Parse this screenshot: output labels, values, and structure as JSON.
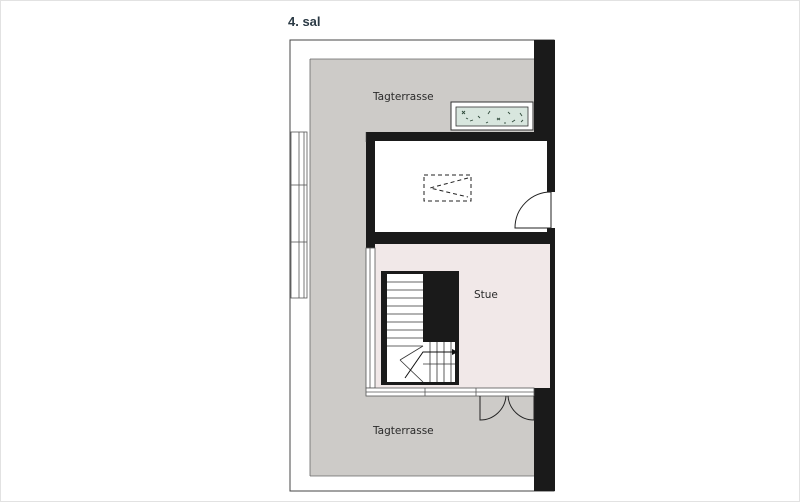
{
  "floor": {
    "title": "4. sal"
  },
  "rooms": {
    "roof_terrace_top": "Tagterrasse",
    "living_room": "Stue",
    "roof_terrace_bottom": "Tagterrasse"
  },
  "colors": {
    "terrace": "#cdcbc8",
    "living": "#f1e8e8",
    "wall": "#1a1a1a",
    "planter": "#d8e6de",
    "title": "#2b3a45"
  }
}
